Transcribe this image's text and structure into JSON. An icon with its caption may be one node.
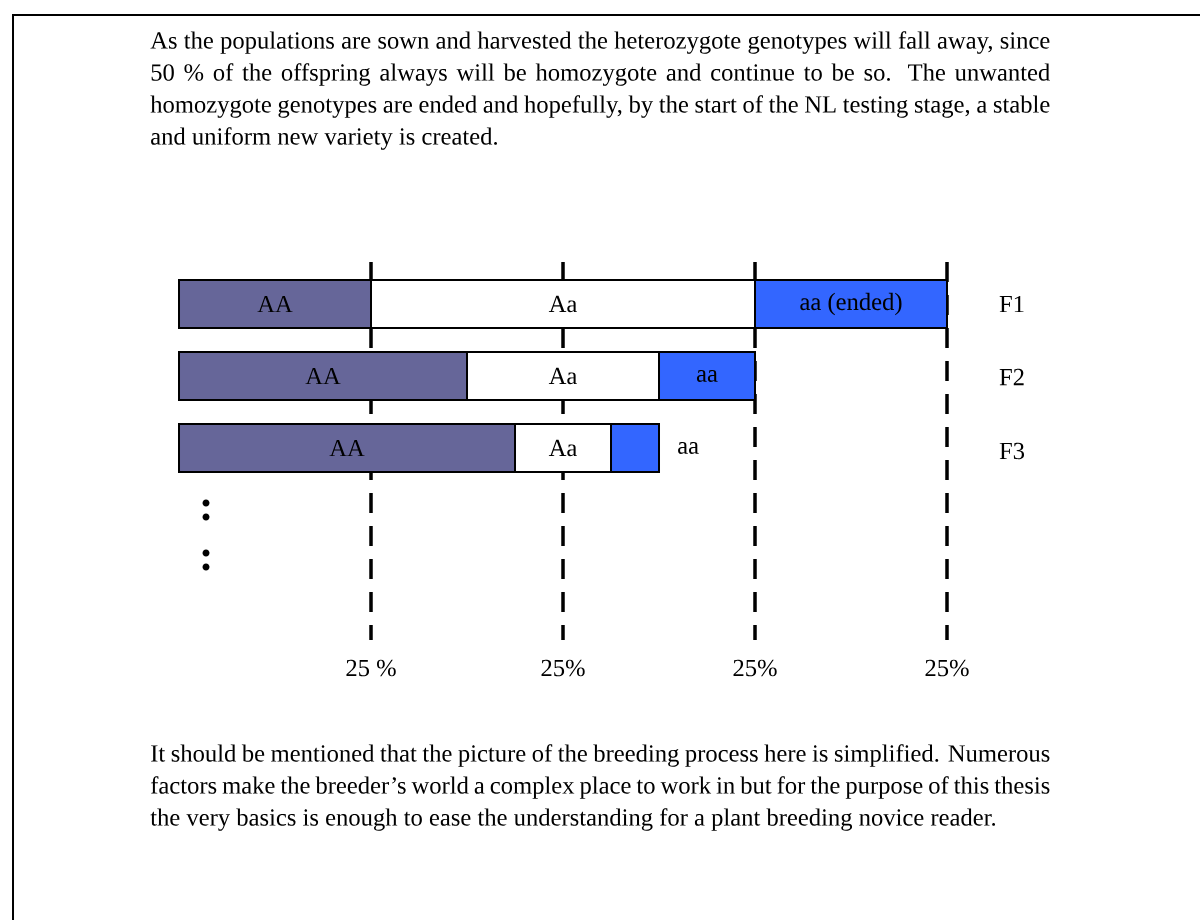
{
  "diagram": {
    "nodes": [
      {
        "text": [
          "AA"
        ]
      },
      {
        "text": [
          "Aa"
        ]
      },
      {
        "text": [
          "aa (ended)"
        ]
      },
      {
        "text": [
          "AA"
        ]
      },
      {
        "text": [
          "Aa"
        ]
      },
      {
        "text": [
          "aa"
        ]
      },
      {
        "text": [
          "AA"
        ]
      },
      {
        "text": [
          "Aa"
        ]
      },
      {
        "text": [],
        "shape": "box",
        "beside": [
          "aa"
        ]
      }
    ],
    "labels": [
      "As the populations are sown and harvested the heterozygote genotypes will fall away, since 50 % of the offspring always will be homozygote and continue to be so. The unwanted homozygote genotypes are ended and hopefully, by the start of the NL testing stage, a stable and uniform new variety is created.",
      "F1",
      "F2",
      "F3",
      "25 %",
      "25%",
      "25%",
      "25%",
      "It should be mentioned that the picture of the breeding process here is simplified. Numerous factors make the breeder’s world a complex place to work in but for the purpose of this thesis the very basics is enough to ease the understanding for a plant breeding novice reader."
    ]
  }
}
